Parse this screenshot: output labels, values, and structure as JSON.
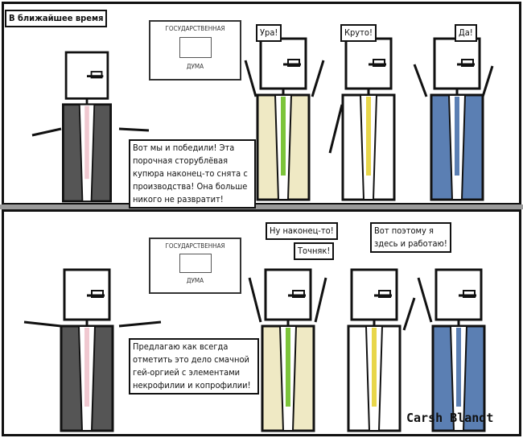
{
  "title": "В ближайшее время",
  "panel1": {
    "sign_top": "ГОСУДАРСТВЕННАЯ",
    "sign_bottom": "ДУМА",
    "caption": [
      "Вот мы и победили! Эта",
      "порочная сторублёвая",
      "купюра наконец-то снята с",
      "производства! Она больше",
      "никого не развратит!"
    ],
    "bubbles": [
      "Ура!",
      "Круто!",
      "Да!"
    ]
  },
  "panel2": {
    "sign_top": "ГОСУДАРСТВЕННАЯ",
    "sign_bottom": "ДУМА",
    "caption": [
      "Предлагаю как всегда",
      "отметить это дело смачной",
      "гей-оргией с элементами",
      "некрофилии и копрофилии!"
    ],
    "bubbles": [
      "Ну наконец-то!",
      "Точняк!",
      "Вот поэтому я",
      "здесь и работаю!"
    ]
  },
  "signature": "Carsh Blandt",
  "colors": {
    "gray_suit": "#555555",
    "cream_suit": "#efe9c4",
    "blue_suit": "#5b7fb3",
    "green_tie": "#7cc43a",
    "yellow_tie": "#e8d64a",
    "pink_shirt": "#f0c8d0"
  }
}
